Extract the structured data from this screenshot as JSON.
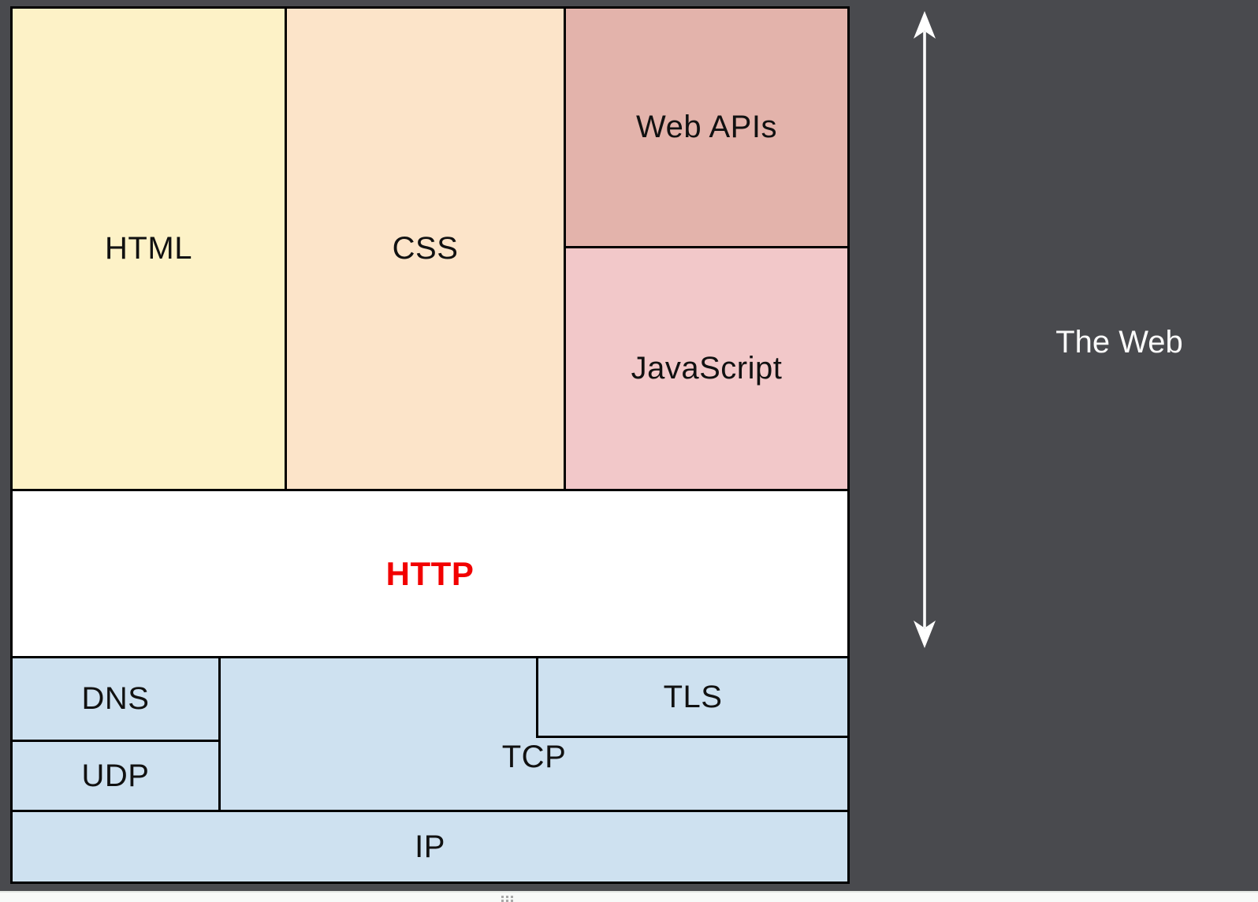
{
  "slide": {
    "background_color": "#494A4E",
    "outline_color": "#000000"
  },
  "stack": {
    "html": {
      "label": "HTML",
      "color": "#FDF2C7"
    },
    "css": {
      "label": "CSS",
      "color": "#FCE4C9"
    },
    "web_apis": {
      "label": "Web APIs",
      "color": "#E3B3AB"
    },
    "javascript": {
      "label": "JavaScript",
      "color": "#F2C8C9"
    },
    "http": {
      "label": "HTTP",
      "color": "#FFFFFF",
      "label_color": "#F20000"
    },
    "dns": {
      "label": "DNS",
      "color": "#CEE1F0"
    },
    "udp": {
      "label": "UDP",
      "color": "#CEE1F0"
    },
    "tls": {
      "label": "TLS",
      "color": "#CEE1F0"
    },
    "tcp": {
      "label": "TCP",
      "color": "#CEE1F0"
    },
    "ip": {
      "label": "IP",
      "color": "#CEE1F0"
    }
  },
  "annotation": {
    "label": "The Web",
    "label_color": "#FBFBFB",
    "arrow_color": "#FFFFFF"
  },
  "notes_divider": {
    "handle_icon": "drag-dots"
  }
}
